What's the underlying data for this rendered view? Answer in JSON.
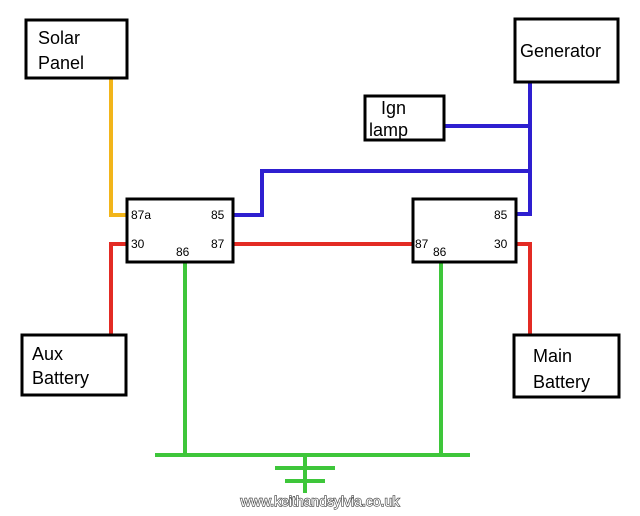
{
  "components": {
    "solar_panel": {
      "line1": "Solar",
      "line2": "Panel"
    },
    "generator": {
      "label": "Generator"
    },
    "ign_lamp": {
      "line1": "Ign",
      "line2": "lamp"
    },
    "aux_battery": {
      "line1": "Aux",
      "line2": "Battery"
    },
    "main_battery": {
      "line1": "Main",
      "line2": "Battery"
    }
  },
  "relay_left": {
    "pin_87a": "87a",
    "pin_85": "85",
    "pin_30": "30",
    "pin_86": "86",
    "pin_87": "87"
  },
  "relay_right": {
    "pin_85": "85",
    "pin_87": "87",
    "pin_86": "86",
    "pin_30": "30"
  },
  "watermark": "www.keithandsylvia.co.uk",
  "colors": {
    "solar_wire": "#f2b51a",
    "control_wire": "#2e1fd0",
    "power_wire": "#e32b24",
    "ground_wire": "#3ec63a",
    "outline": "#000000"
  }
}
